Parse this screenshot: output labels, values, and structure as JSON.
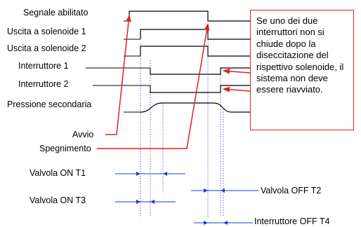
{
  "signals": [
    {
      "id": "segnale",
      "label": "Segnale abilitato"
    },
    {
      "id": "uscita1",
      "label": "Uscita a solenoide 1"
    },
    {
      "id": "uscita2",
      "label": "Uscita a solenoide 2"
    },
    {
      "id": "int1",
      "label": "Interruttore 1"
    },
    {
      "id": "int2",
      "label": "Interruttore 2"
    },
    {
      "id": "pressione",
      "label": "Pressione secondaria"
    }
  ],
  "events": {
    "start": "Avvio",
    "stop": "Spegnimento"
  },
  "timings": [
    {
      "id": "t1",
      "label": "Valvola ON T1"
    },
    {
      "id": "t3",
      "label": "Valvola ON T3"
    },
    {
      "id": "t2",
      "label": "Valvola OFF T2"
    },
    {
      "id": "t4",
      "label": "Interruttore OFF T4"
    }
  ],
  "note": "Se uno dei due interruttori non si chiude dopo la diseccitazione del rispettivo solenoide, il sistema non deve essere riavviato.",
  "colors": {
    "line": "#000000",
    "marker": "#e02020",
    "guide": "#3a3ad0",
    "interval": "#1a3ad8"
  }
}
